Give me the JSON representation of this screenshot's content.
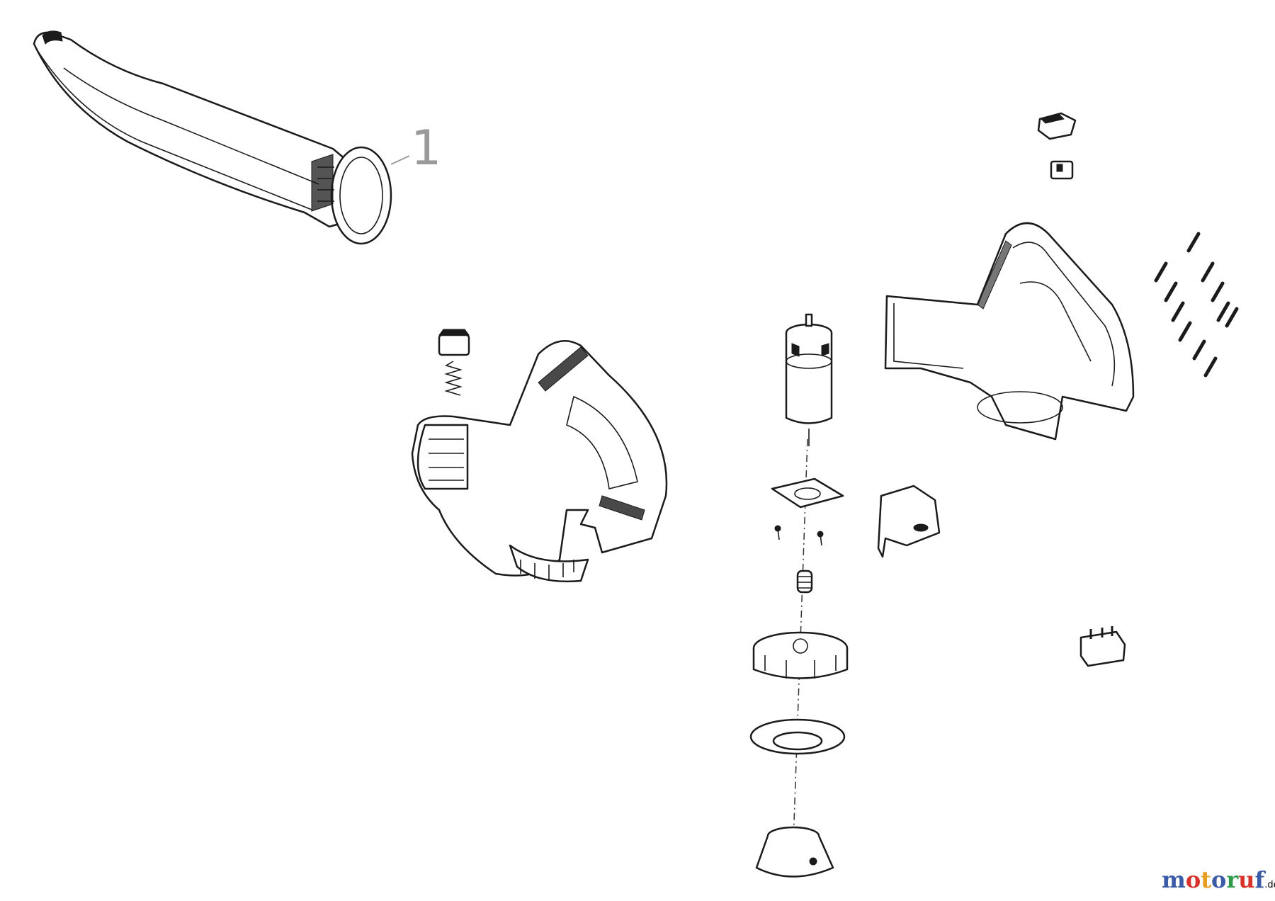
{
  "diagram": {
    "part_labels": [
      {
        "number": "1"
      }
    ]
  },
  "watermark": {
    "letters": [
      {
        "ch": "m",
        "color": "#3b5ba7"
      },
      {
        "ch": "o",
        "color": "#d6312b"
      },
      {
        "ch": "t",
        "color": "#e89c1e"
      },
      {
        "ch": "o",
        "color": "#3b5ba7"
      },
      {
        "ch": "r",
        "color": "#2f9a48"
      },
      {
        "ch": "u",
        "color": "#d6312b"
      },
      {
        "ch": "f",
        "color": "#3b5ba7"
      }
    ],
    "suffix": ".de"
  },
  "icons": {
    "blower_tube": "blower-tube-icon",
    "motor": "motor-icon",
    "housing": "housing-icon"
  }
}
